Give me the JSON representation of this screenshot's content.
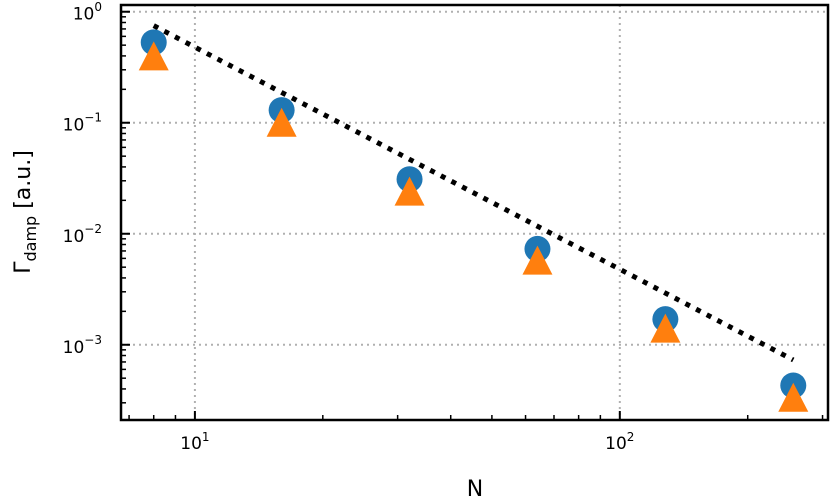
{
  "chart_data": {
    "type": "scatter",
    "title": "",
    "xlabel": "N",
    "ylabel_main": "Γ",
    "ylabel_sub": "damp",
    "ylabel_unit": " [a.u.]",
    "xscale": "log",
    "yscale": "log",
    "xlim": [
      6.7,
      309
    ],
    "ylim": [
      0.00021,
      1.15
    ],
    "grid": true,
    "x_ticks": [
      {
        "value": 10,
        "base": "10",
        "exp": "1"
      },
      {
        "value": 100,
        "base": "10",
        "exp": "2"
      }
    ],
    "y_ticks": [
      {
        "value": 1,
        "base": "10",
        "exp": "0"
      },
      {
        "value": 0.1,
        "base": "10",
        "exp": "−1"
      },
      {
        "value": 0.01,
        "base": "10",
        "exp": "−2"
      },
      {
        "value": 0.001,
        "base": "10",
        "exp": "−3"
      }
    ],
    "series": [
      {
        "marker": "circle",
        "color": "#1f77b4",
        "x": [
          8,
          16,
          32,
          64,
          128,
          256
        ],
        "y": [
          0.53,
          0.13,
          0.031,
          0.0073,
          0.0017,
          0.00043
        ]
      },
      {
        "marker": "triangle",
        "color": "#ff7f0e",
        "x": [
          8,
          16,
          32,
          64,
          128,
          256
        ],
        "y": [
          0.38,
          0.096,
          0.023,
          0.0055,
          0.00134,
          0.00032
        ]
      },
      {
        "marker": "dotted-line",
        "color": "#000000",
        "x": [
          8,
          256
        ],
        "y": [
          0.75,
          0.00073
        ]
      }
    ]
  }
}
